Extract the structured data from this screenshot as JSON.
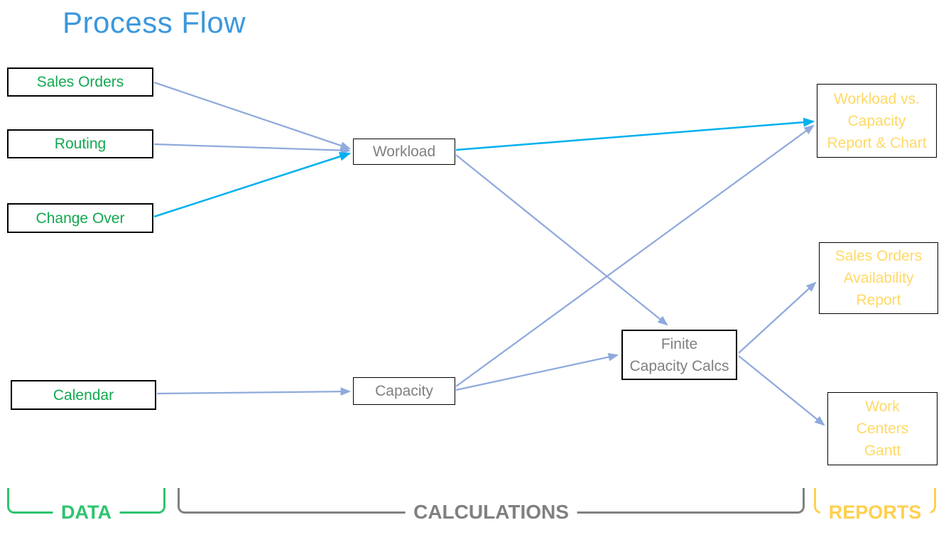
{
  "title": "Process Flow",
  "nodes": {
    "sales_orders": {
      "label": "Sales Orders"
    },
    "routing": {
      "label": "Routing"
    },
    "change_over": {
      "label": "Change Over"
    },
    "calendar": {
      "label": "Calendar"
    },
    "workload": {
      "label": "Workload"
    },
    "capacity": {
      "label": "Capacity"
    },
    "finite_capacity_calcs": {
      "label": "Finite\nCapacity Calcs"
    },
    "workload_vs_capacity_report": {
      "label": "Workload vs.\nCapacity\nReport & Chart"
    },
    "sales_orders_availability_report": {
      "label": "Sales Orders\nAvailability\nReport"
    },
    "work_centers_gantt": {
      "label": "Work\nCenters\nGantt"
    }
  },
  "groups": {
    "data": {
      "label": "DATA"
    },
    "calculations": {
      "label": "CALCULATIONS"
    },
    "reports": {
      "label": "REPORTS"
    }
  },
  "edges": [
    {
      "from": "sales_orders",
      "to": "workload",
      "color": "#8FAADC"
    },
    {
      "from": "routing",
      "to": "workload",
      "color": "#8FAADC"
    },
    {
      "from": "change_over",
      "to": "workload",
      "color": "#00B0F0"
    },
    {
      "from": "calendar",
      "to": "capacity",
      "color": "#8FAADC"
    },
    {
      "from": "workload",
      "to": "workload_vs_capacity_report",
      "color": "#00B0F0"
    },
    {
      "from": "workload",
      "to": "finite_capacity_calcs",
      "color": "#8FAADC"
    },
    {
      "from": "capacity",
      "to": "workload_vs_capacity_report",
      "color": "#8FAADC"
    },
    {
      "from": "capacity",
      "to": "finite_capacity_calcs",
      "color": "#8FAADC"
    },
    {
      "from": "finite_capacity_calcs",
      "to": "sales_orders_availability_report",
      "color": "#8FAADC"
    },
    {
      "from": "finite_capacity_calcs",
      "to": "work_centers_gantt",
      "color": "#8FAADC"
    }
  ],
  "colors": {
    "title": "#3B98DC",
    "data_node_text": "#12A850",
    "calc_node_text": "#808080",
    "report_node_text": "#FFD966",
    "arrow": "#8FAADC",
    "arrow_highlight": "#00B0F0",
    "bracket_data": "#2EC46E",
    "bracket_calculations": "#808080",
    "bracket_reports": "#FFD04F",
    "node_border": "#000000"
  }
}
